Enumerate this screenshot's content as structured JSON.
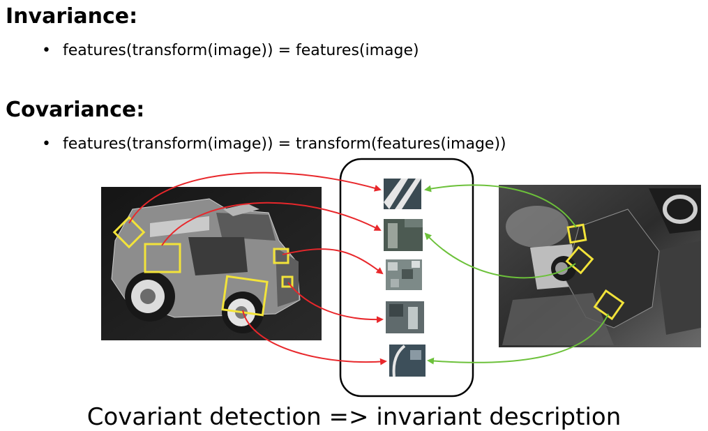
{
  "sections": [
    {
      "heading": "Invariance:",
      "bullet": "features(transform(image)) = features(image)"
    },
    {
      "heading": "Covariance:",
      "bullet": "features(transform(image)) = transform(features(image))"
    }
  ],
  "caption": "Covariant detection => invariant description",
  "colors": {
    "left_arrows": "#e8272b",
    "right_arrows": "#6cc13a",
    "detection_boxes": "#f2e33a",
    "container_border": "#000000"
  }
}
